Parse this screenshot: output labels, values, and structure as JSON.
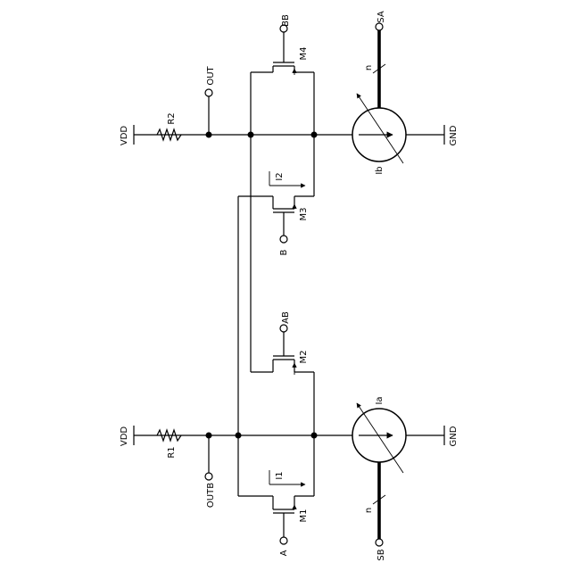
{
  "labels": {
    "bb": "BB",
    "sa": "SA",
    "out": "OUT",
    "r2": "R2",
    "vdd_top": "VDD",
    "m4": "M4",
    "n_top": "n",
    "gnd_top": "GND",
    "i_b": "Ib",
    "i2": "I2",
    "m3": "M3",
    "b": "B",
    "ab": "AB",
    "m2": "M2",
    "i_a": "Ia",
    "vdd_bottom": "VDD",
    "r1": "R1",
    "gnd_bottom": "GND",
    "outb": "OUTB",
    "i1": "I1",
    "n_bottom": "n",
    "m1": "M1",
    "a": "A",
    "sb": "SB"
  }
}
